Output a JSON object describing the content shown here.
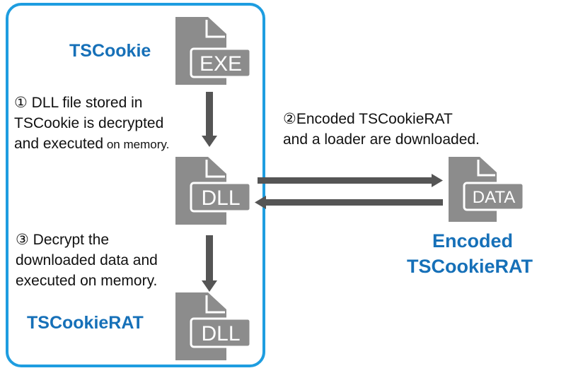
{
  "labels": {
    "tscookie": "TSCookie",
    "tscookierat": "TSCookieRAT",
    "encoded_line1": "Encoded",
    "encoded_line2": "TSCookieRAT"
  },
  "steps": {
    "step1": {
      "line1": "① DLL file stored in",
      "line2": "TSCookie is decrypted",
      "line3_main": "and executed",
      "line3_small": " on memory."
    },
    "step2": {
      "line1": "②Encoded TSCookieRAT",
      "line2": "and a loader are downloaded."
    },
    "step3": {
      "line1": "③ Decrypt the",
      "line2": "downloaded data and",
      "line3": "executed on memory."
    }
  },
  "files": {
    "exe": "EXE",
    "dll1": "DLL",
    "dll2": "DLL",
    "data": "DATA"
  },
  "colors": {
    "frame": "#1e9de0",
    "label_blue": "#1670b8",
    "file_gray": "#8c8c8c",
    "arrow_gray": "#555555"
  }
}
